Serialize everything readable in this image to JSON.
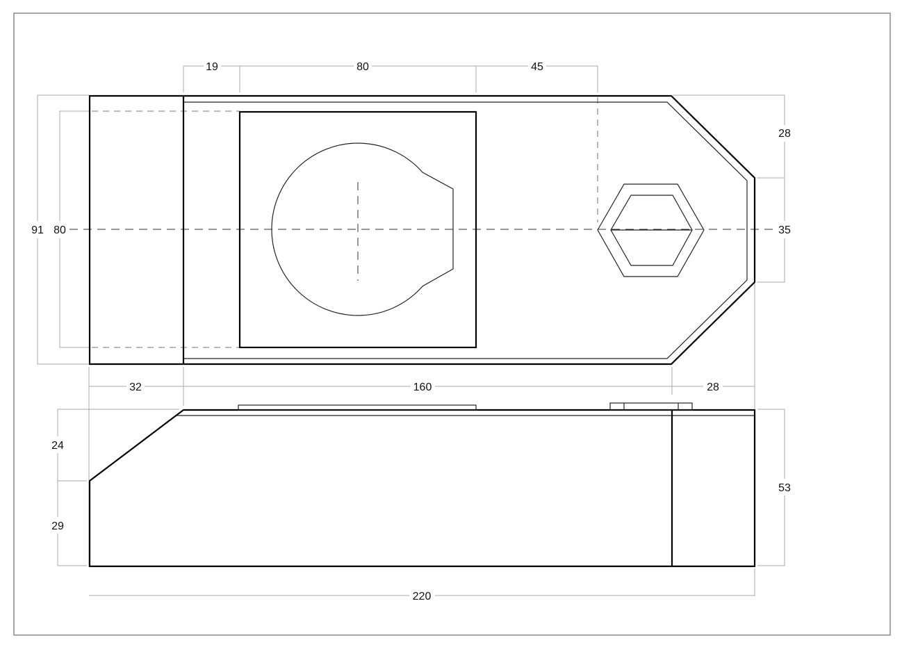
{
  "drawing": {
    "frame_color": "#8a8a8a",
    "line_color": "#000000",
    "dimension_color": "#a8a8a8",
    "dimensions": {
      "top_19": "19",
      "top_80": "80",
      "top_45": "45",
      "right_28": "28",
      "right_35": "35",
      "left_91": "91",
      "left_80": "80",
      "mid_32": "32",
      "mid_160": "160",
      "mid_28": "28",
      "side_24": "24",
      "side_29": "29",
      "side_53": "53",
      "bottom_220": "220"
    }
  }
}
